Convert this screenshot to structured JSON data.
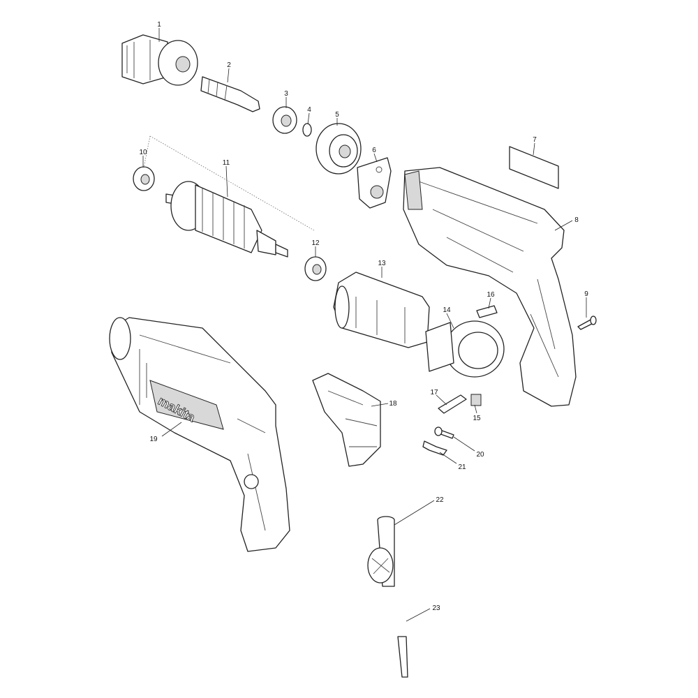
{
  "diagram": {
    "title": "Exploded parts diagram - hammer drill",
    "brand_logo_text": "makita",
    "callouts": [
      "1",
      "2",
      "3",
      "4",
      "5",
      "6",
      "7",
      "8",
      "9",
      "10",
      "11",
      "12",
      "13",
      "14",
      "15",
      "16",
      "17",
      "18",
      "19",
      "20",
      "21",
      "22",
      "23"
    ]
  }
}
